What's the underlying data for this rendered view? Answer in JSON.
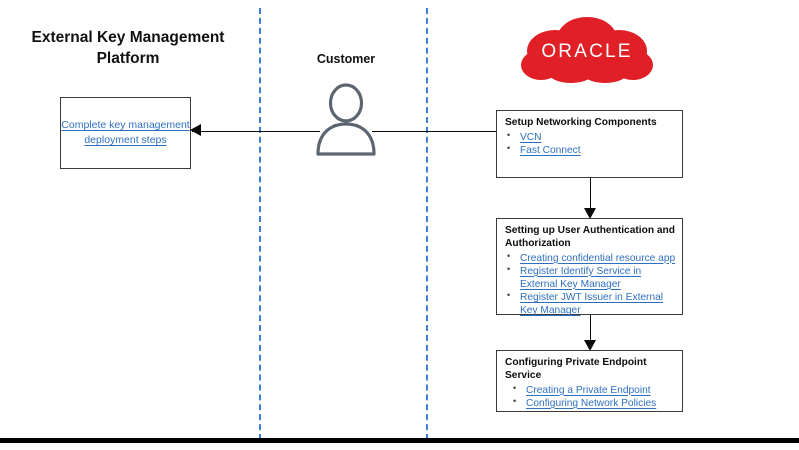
{
  "diagram": {
    "platform_title": "External Key Management\nPlatform",
    "customer_label": "Customer",
    "oracle_wordmark": "ORACLE"
  },
  "colors": {
    "link_blue": "#2f6fc0",
    "oracle_red": "#e01f26",
    "lane_dashed_blue": "#3f7fd4",
    "connector_black": "#0a0a0a",
    "box_border": "#3a3a3a"
  },
  "left_box": {
    "link_text": "Complete key management deployment steps"
  },
  "right_boxes": [
    {
      "heading": "Setup Networking Components",
      "items": [
        "VCN",
        "Fast Connect"
      ]
    },
    {
      "heading": "Setting up User Authentication and Authorization",
      "items": [
        "Creating confidential resource app",
        "Register Identify Service in External Key Manager",
        "Register JWT Issuer in External Key Manager"
      ]
    },
    {
      "heading": "Configuring Private Endpoint Service",
      "items": [
        "Creating a Private Endpoint",
        "Configuring Network Policies"
      ]
    }
  ]
}
